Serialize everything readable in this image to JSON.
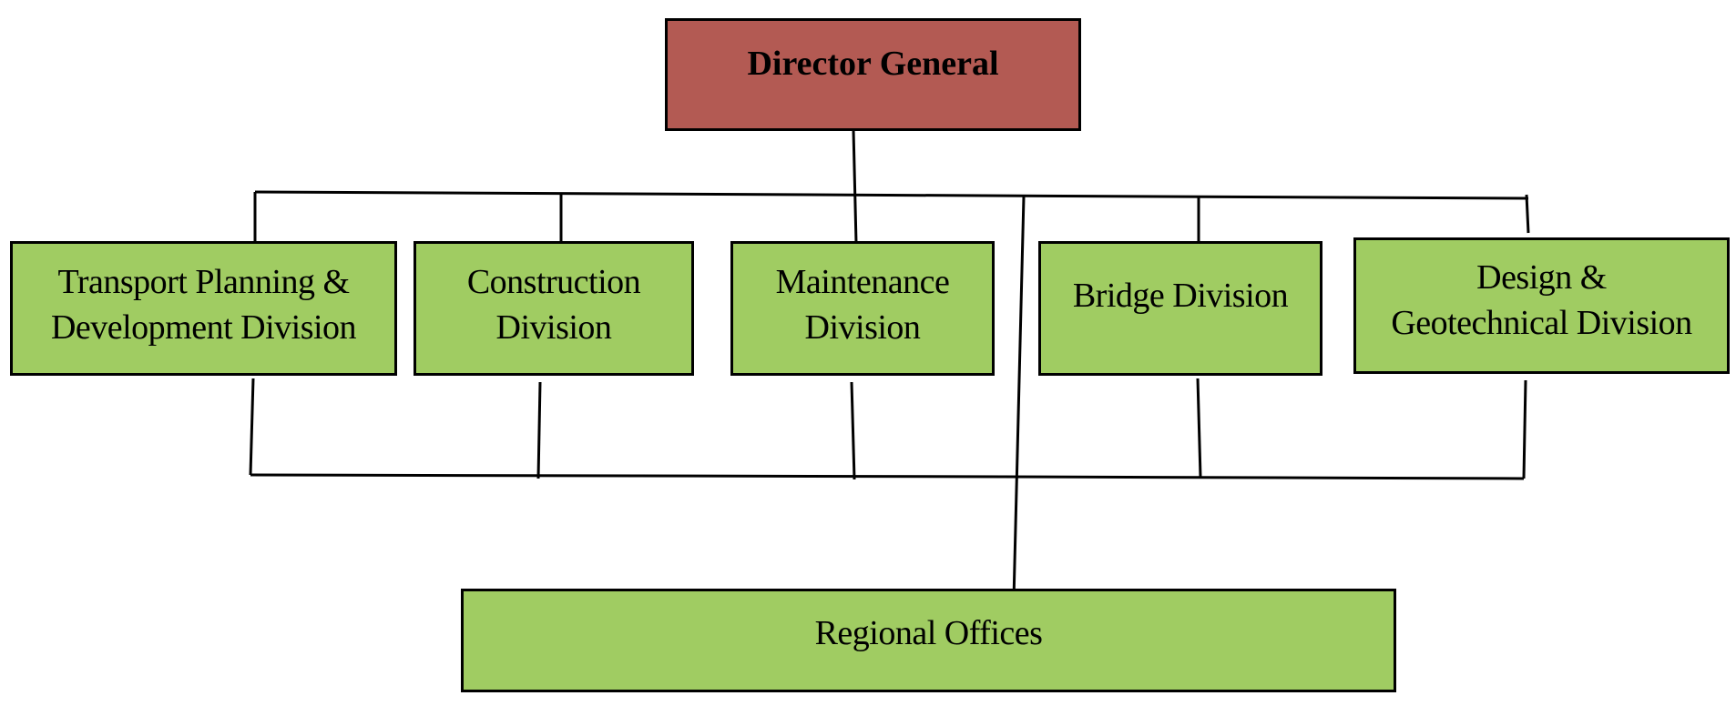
{
  "chart": {
    "title_node": {
      "id": "director-general",
      "label": "Director General",
      "color": "#B35A53"
    },
    "divisions": [
      {
        "id": "transport-planning",
        "lines": [
          "Transport Planning &",
          "Development Division"
        ],
        "color": "#A0CC62"
      },
      {
        "id": "construction",
        "lines": [
          "Construction",
          "Division"
        ],
        "color": "#A0CC62"
      },
      {
        "id": "maintenance",
        "lines": [
          "Maintenance",
          "Division"
        ],
        "color": "#A0CC62"
      },
      {
        "id": "bridge",
        "lines": [
          "Bridge Division"
        ],
        "color": "#A0CC62"
      },
      {
        "id": "design-geotechnical",
        "lines": [
          "Design &",
          "Geotechnical Division"
        ],
        "color": "#A0CC62"
      }
    ],
    "regional": {
      "id": "regional-offices",
      "label": "Regional Offices",
      "color": "#A0CC62"
    },
    "edges": [
      [
        "director-general",
        "transport-planning"
      ],
      [
        "director-general",
        "construction"
      ],
      [
        "director-general",
        "maintenance"
      ],
      [
        "director-general",
        "bridge"
      ],
      [
        "director-general",
        "design-geotechnical"
      ],
      [
        "director-general",
        "regional-offices"
      ],
      [
        "transport-planning",
        "regional-offices"
      ],
      [
        "construction",
        "regional-offices"
      ],
      [
        "maintenance",
        "regional-offices"
      ],
      [
        "bridge",
        "regional-offices"
      ],
      [
        "design-geotechnical",
        "regional-offices"
      ]
    ]
  }
}
